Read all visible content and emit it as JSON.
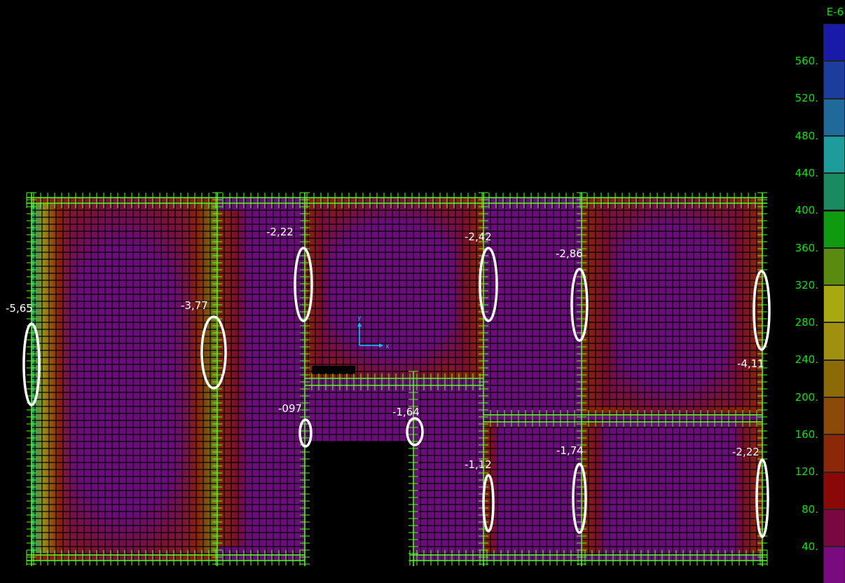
{
  "legend": {
    "unit": "E-6",
    "labels": [
      "560.",
      "520.",
      "480.",
      "440.",
      "400.",
      "360.",
      "320.",
      "280.",
      "240.",
      "200.",
      "160.",
      "120.",
      "80.",
      "40."
    ],
    "swatch_colors": [
      "#1a1aa8",
      "#1c3c9e",
      "#1f6a9a",
      "#1e9c9c",
      "#1a8a60",
      "#0f9a10",
      "#5a8a10",
      "#a8a810",
      "#a09010",
      "#8c6a08",
      "#8c4a08",
      "#8a2808",
      "#8a0808",
      "#7a0840",
      "#7a0a80"
    ]
  },
  "axes": {
    "x": "x",
    "y": "y"
  },
  "annotations": [
    {
      "id": "a1",
      "text": "-5,65"
    },
    {
      "id": "a2",
      "text": "-3,77"
    },
    {
      "id": "a3",
      "text": "-2,22"
    },
    {
      "id": "a4",
      "text": "-2,42"
    },
    {
      "id": "a5",
      "text": "-2,86"
    },
    {
      "id": "a6",
      "text": "-4,11"
    },
    {
      "id": "a7",
      "text": "-097"
    },
    {
      "id": "a8",
      "text": "-1,64"
    },
    {
      "id": "a9",
      "text": "-1,12"
    },
    {
      "id": "a10",
      "text": "-1,74"
    },
    {
      "id": "a11",
      "text": "-2,22"
    }
  ],
  "colors": {
    "background": "#000000",
    "mesh_line": "#000000",
    "beam": "#55ff22",
    "base_stress": "#6a0c7a",
    "ellipse": "#ffffff",
    "label": "#ffffff"
  }
}
